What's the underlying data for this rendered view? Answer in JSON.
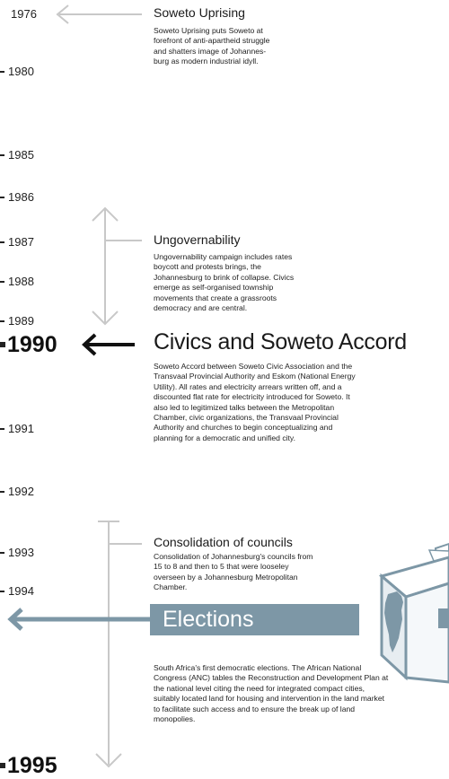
{
  "years": [
    {
      "label": "1976",
      "tick": false
    },
    {
      "label": "1980",
      "tick": true
    },
    {
      "label": "1985",
      "tick": true
    },
    {
      "label": "1986",
      "tick": true
    },
    {
      "label": "1987",
      "tick": true
    },
    {
      "label": "1988",
      "tick": true
    },
    {
      "label": "1989",
      "tick": true
    },
    {
      "label": "1990",
      "tick": true
    },
    {
      "label": "1991",
      "tick": true
    },
    {
      "label": "1992",
      "tick": true
    },
    {
      "label": "1993",
      "tick": true
    },
    {
      "label": "1994",
      "tick": true
    },
    {
      "label": "1995",
      "tick": true
    }
  ],
  "events": {
    "soweto_uprising": {
      "title": "Soweto Uprising",
      "body": "Soweto Uprising puts Soweto at\nforefront of anti-apartheid struggle\nand shatters image of Johannes-\nburg as modern industrial idyll."
    },
    "ungovernability": {
      "title": "Ungovernability",
      "body": "Ungovernability campaign includes rates\nboycott and protests brings, the\nJohannesburg to brink of collapse. Civics\nemerge as self-organised township\nmovements that create a grassroots\ndemocracy and are central."
    },
    "civics_accord": {
      "title": "Civics and Soweto Accord",
      "body": "Soweto Accord between Soweto Civic Association and the\nTransvaal Provincial Authority and Eskom (National Energy\nUtility). All rates and electricity arrears written off, and a\ndiscounted flat rate for electricity introduced for Soweto. It\nalso led to legitimized talks between the Metropolitan\nChamber, civic organizations, the Transvaal Provincial\nAuthority and churches to begin conceptualizing and\nplanning for a democratic and unified city."
    },
    "consolidation": {
      "title": "Consolidation of councils",
      "body": "Consolidation of Johannesburg's councils from\n15 to 8 and then to 5 that were looseley\noverseen by a Johannesburg Metropolitan\nChamber."
    },
    "elections": {
      "title": "Elections",
      "body": "South Africa's first democratic elections. The African National\nCongress (ANC) tables the Reconstruction and Development Plan at\nthe national level citing the need for integrated compact cities,\nsuitably located land for housing and intervention in the land market\nto facilitate such access and to ensure the break up of land\nmonopolies."
    }
  },
  "colors": {
    "accent": "#7d97a6",
    "arrow_light": "#c8c8c8",
    "arrow_dark": "#111111",
    "ballot_box": "#7d97a6"
  },
  "icons": [
    "ballot-box-africa-icon"
  ]
}
